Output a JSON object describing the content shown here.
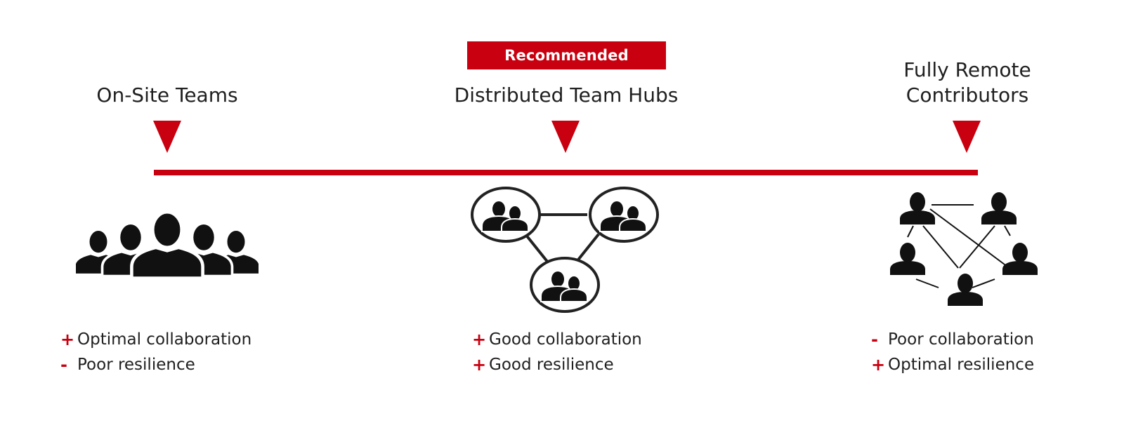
{
  "badge": {
    "label": "Recommended"
  },
  "columns": [
    {
      "title": "On-Site Teams",
      "points": [
        {
          "sign": "+",
          "text": "Optimal collaboration"
        },
        {
          "sign": "-",
          "text": "Poor resilience"
        }
      ]
    },
    {
      "title": "Distributed Team Hubs",
      "points": [
        {
          "sign": "+",
          "text": "Good collaboration"
        },
        {
          "sign": "+",
          "text": "Good resilience"
        }
      ]
    },
    {
      "title_lines": [
        "Fully Remote",
        "Contributors"
      ],
      "points": [
        {
          "sign": "-",
          "text": "Poor collaboration"
        },
        {
          "sign": "+",
          "text": "Optimal resilience"
        }
      ]
    }
  ],
  "icons": {
    "onsite": "crowd-icon",
    "hubs": "team-hubs-network-icon",
    "remote": "remote-people-network-icon",
    "marker": "triangle-down-icon"
  },
  "colors": {
    "accent": "#c8000f",
    "text": "#1f1f1f",
    "icon": "#111111"
  }
}
